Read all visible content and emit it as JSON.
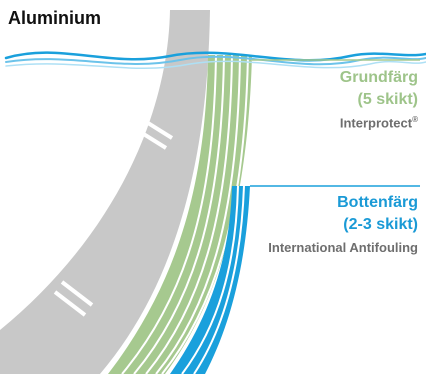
{
  "title": "Aluminium",
  "primer": {
    "heading": "Grundfärg",
    "layers": "(5 skikt)",
    "product": "Interprotect",
    "product_mark": "®",
    "color": "#a6c98f"
  },
  "antifouling": {
    "heading": "Bottenfärg",
    "layers": "(2-3 skikt)",
    "product": "International Antifouling",
    "color": "#1aa0dc"
  },
  "substrate_color": "#c8c8c8"
}
